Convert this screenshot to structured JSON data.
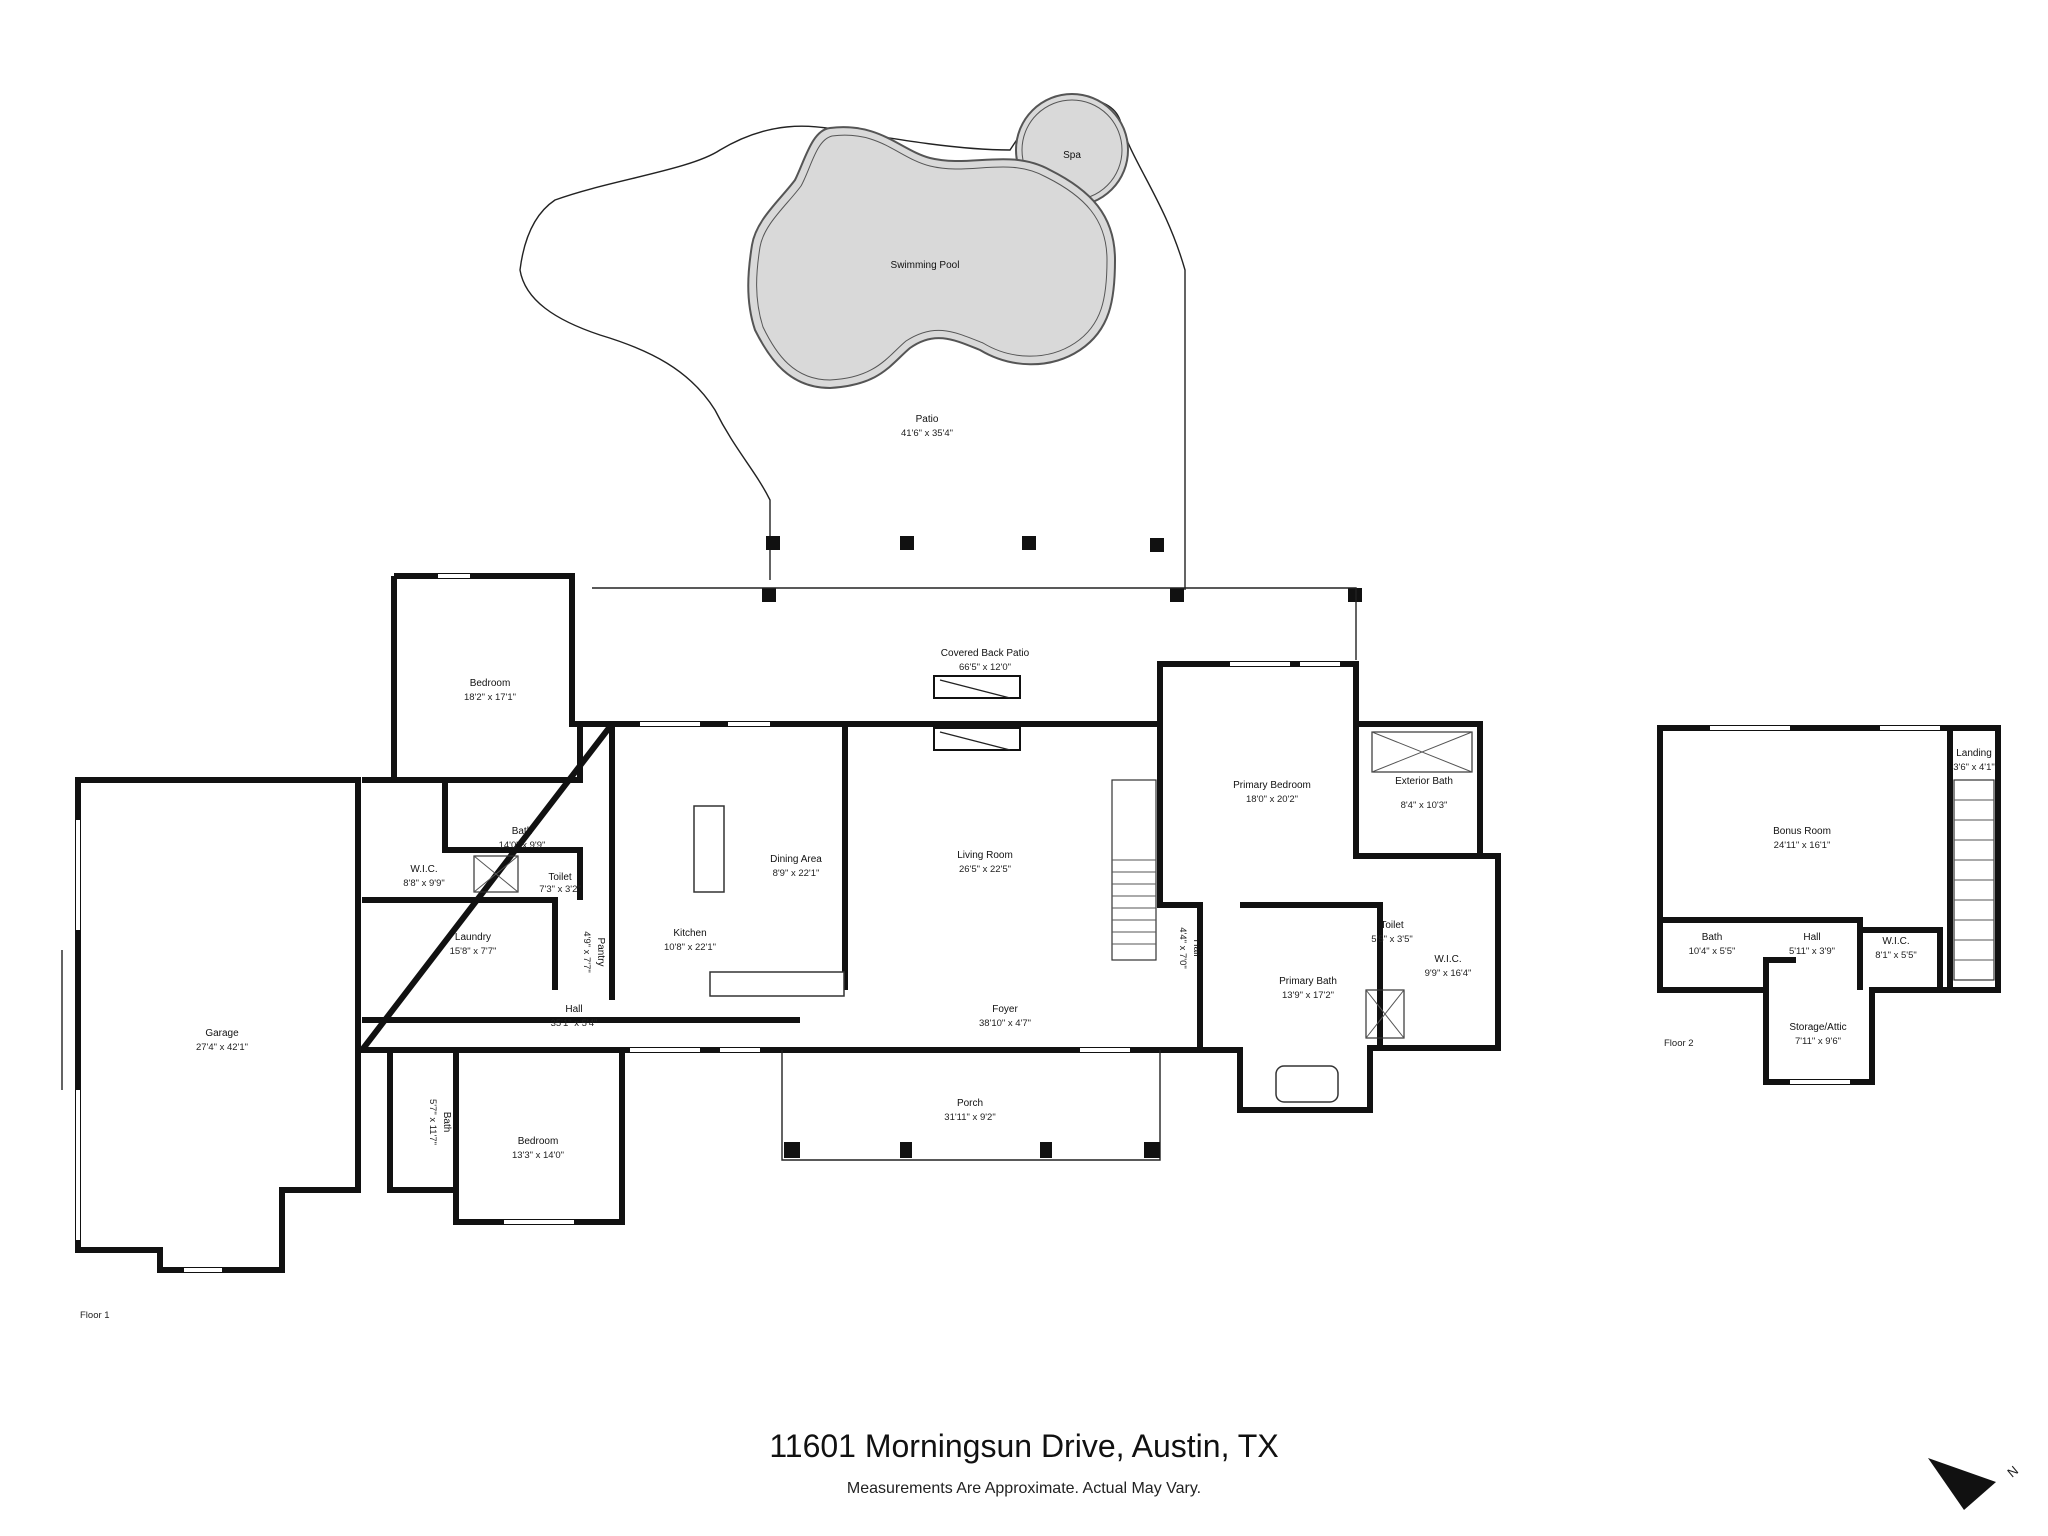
{
  "address": "11601 Morningsun Drive, Austin, TX",
  "disclaimer": "Measurements Are Approximate. Actual May Vary.",
  "floors": [
    {
      "label": "Floor 1"
    },
    {
      "label": "Floor 2"
    }
  ],
  "rooms": {
    "spa": {
      "name": "Spa"
    },
    "pool": {
      "name": "Swimming Pool"
    },
    "patio": {
      "name": "Patio",
      "dims": "41'6\" x 35'4\""
    },
    "covered_patio": {
      "name": "Covered Back Patio",
      "dims": "66'5\" x 12'0\""
    },
    "bedroom_nw": {
      "name": "Bedroom",
      "dims": "18'2\" x 17'1\""
    },
    "garage": {
      "name": "Garage",
      "dims": "27'4\" x 42'1\""
    },
    "wic_left": {
      "name": "W.I.C.",
      "dims": "8'8\" x 9'9\""
    },
    "bath_left": {
      "name": "Bath",
      "dims": "14'0\" x 9'9\""
    },
    "toilet_left": {
      "name": "Toilet",
      "dims": "7'3\" x 3'2\""
    },
    "laundry": {
      "name": "Laundry",
      "dims": "15'8\" x 7'7\""
    },
    "pantry": {
      "name": "Pantry",
      "dims": "4'9\" x 7'7\""
    },
    "kitchen": {
      "name": "Kitchen",
      "dims": "10'8\" x 22'1\""
    },
    "dining": {
      "name": "Dining Area",
      "dims": "8'9\" x 22'1\""
    },
    "living": {
      "name": "Living Room",
      "dims": "26'5\" x 22'5\""
    },
    "hall_main": {
      "name": "Hall",
      "dims": "35'1\" x 5'4\""
    },
    "foyer": {
      "name": "Foyer",
      "dims": "38'10\" x 4'7\""
    },
    "porch": {
      "name": "Porch",
      "dims": "31'11\" x 9'2\""
    },
    "bath_small": {
      "name": "Bath",
      "dims": "5'7\" x 11'7\""
    },
    "bedroom_sw": {
      "name": "Bedroom",
      "dims": "13'3\" x 14'0\""
    },
    "primary_bedroom": {
      "name": "Primary Bedroom",
      "dims": "18'0\" x 20'2\""
    },
    "exterior_bath": {
      "name": "Exterior Bath",
      "dims": "8'4\" x 10'3\""
    },
    "hall_small": {
      "name": "Hall",
      "dims": "4'4\" x 7'0\""
    },
    "primary_bath": {
      "name": "Primary Bath",
      "dims": "13'9\" x 17'2\""
    },
    "toilet_primary": {
      "name": "Toilet",
      "dims": "5'5\" x 3'5\""
    },
    "wic_primary": {
      "name": "W.I.C.",
      "dims": "9'9\" x 16'4\""
    },
    "bonus_room": {
      "name": "Bonus Room",
      "dims": "24'11\" x 16'1\""
    },
    "landing": {
      "name": "Landing",
      "dims": "3'6\" x 4'1\""
    },
    "bath_upper": {
      "name": "Bath",
      "dims": "10'4\" x 5'5\""
    },
    "hall_upper": {
      "name": "Hall",
      "dims": "5'11\" x 3'9\""
    },
    "wic_upper": {
      "name": "W.I.C.",
      "dims": "8'1\" x 5'5\""
    },
    "storage": {
      "name": "Storage/Attic",
      "dims": "7'11\" x 9'6\""
    }
  },
  "compass": {
    "label": "N",
    "icon": "north-arrow-icon"
  }
}
